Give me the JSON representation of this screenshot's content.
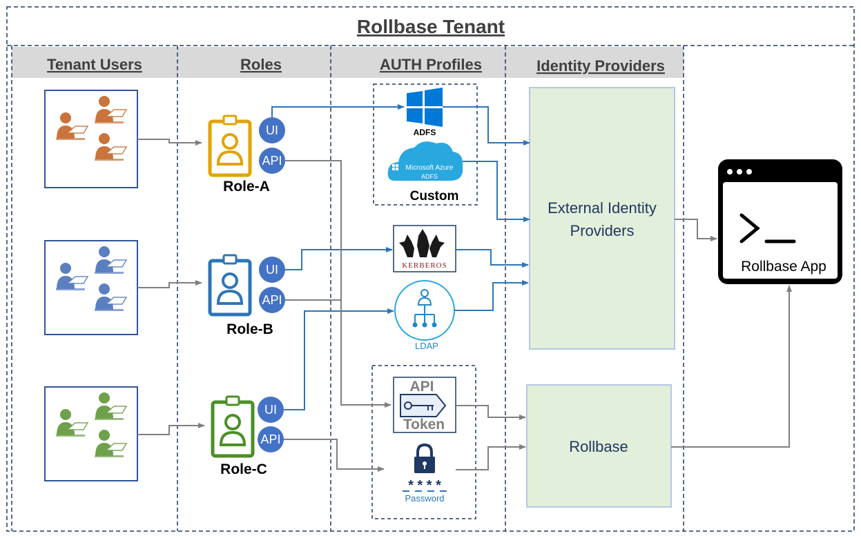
{
  "title": "Rollbase Tenant",
  "columns": {
    "tenant_users": "Tenant Users",
    "roles": "Roles",
    "auth_profiles": "AUTH Profiles",
    "identity_providers": "Identity Providers"
  },
  "roles": [
    {
      "label": "Role-A",
      "ui": "UI",
      "api": "API",
      "color": "#e0a400"
    },
    {
      "label": "Role-B",
      "ui": "UI",
      "api": "API",
      "color": "#2e75b6"
    },
    {
      "label": "Role-C",
      "ui": "UI",
      "api": "API",
      "color": "#4b8f26"
    }
  ],
  "user_group_colors": [
    "#c9743c",
    "#5b7fbf",
    "#6fa04a"
  ],
  "auth": {
    "adfs_label": "ADFS",
    "azure_line1": "Microsoft Azure",
    "azure_line2": "ADFS",
    "custom_label": "Custom",
    "kerberos_label": "KERBEROS",
    "ldap_label": "LDAP",
    "api_token_line1": "API",
    "api_token_line2": "Token",
    "password_stars": "* * * *",
    "password_label": "Password"
  },
  "providers": {
    "external_line1": "External Identity",
    "external_line2": "Providers",
    "rollbase": "Rollbase"
  },
  "app": {
    "prompt": ">_",
    "label": "Rollbase App"
  },
  "colors": {
    "border_dash": "#1f3864",
    "header_bg": "#d9d9d9",
    "header_text": "#404040",
    "ui_arrow": "#2e75b6",
    "api_arrow": "#7f7f7f",
    "provider_fill": "#e2efda",
    "provider_border": "#b4c7e7",
    "badge": "#4472c4",
    "provider_text": "#1f3864"
  }
}
